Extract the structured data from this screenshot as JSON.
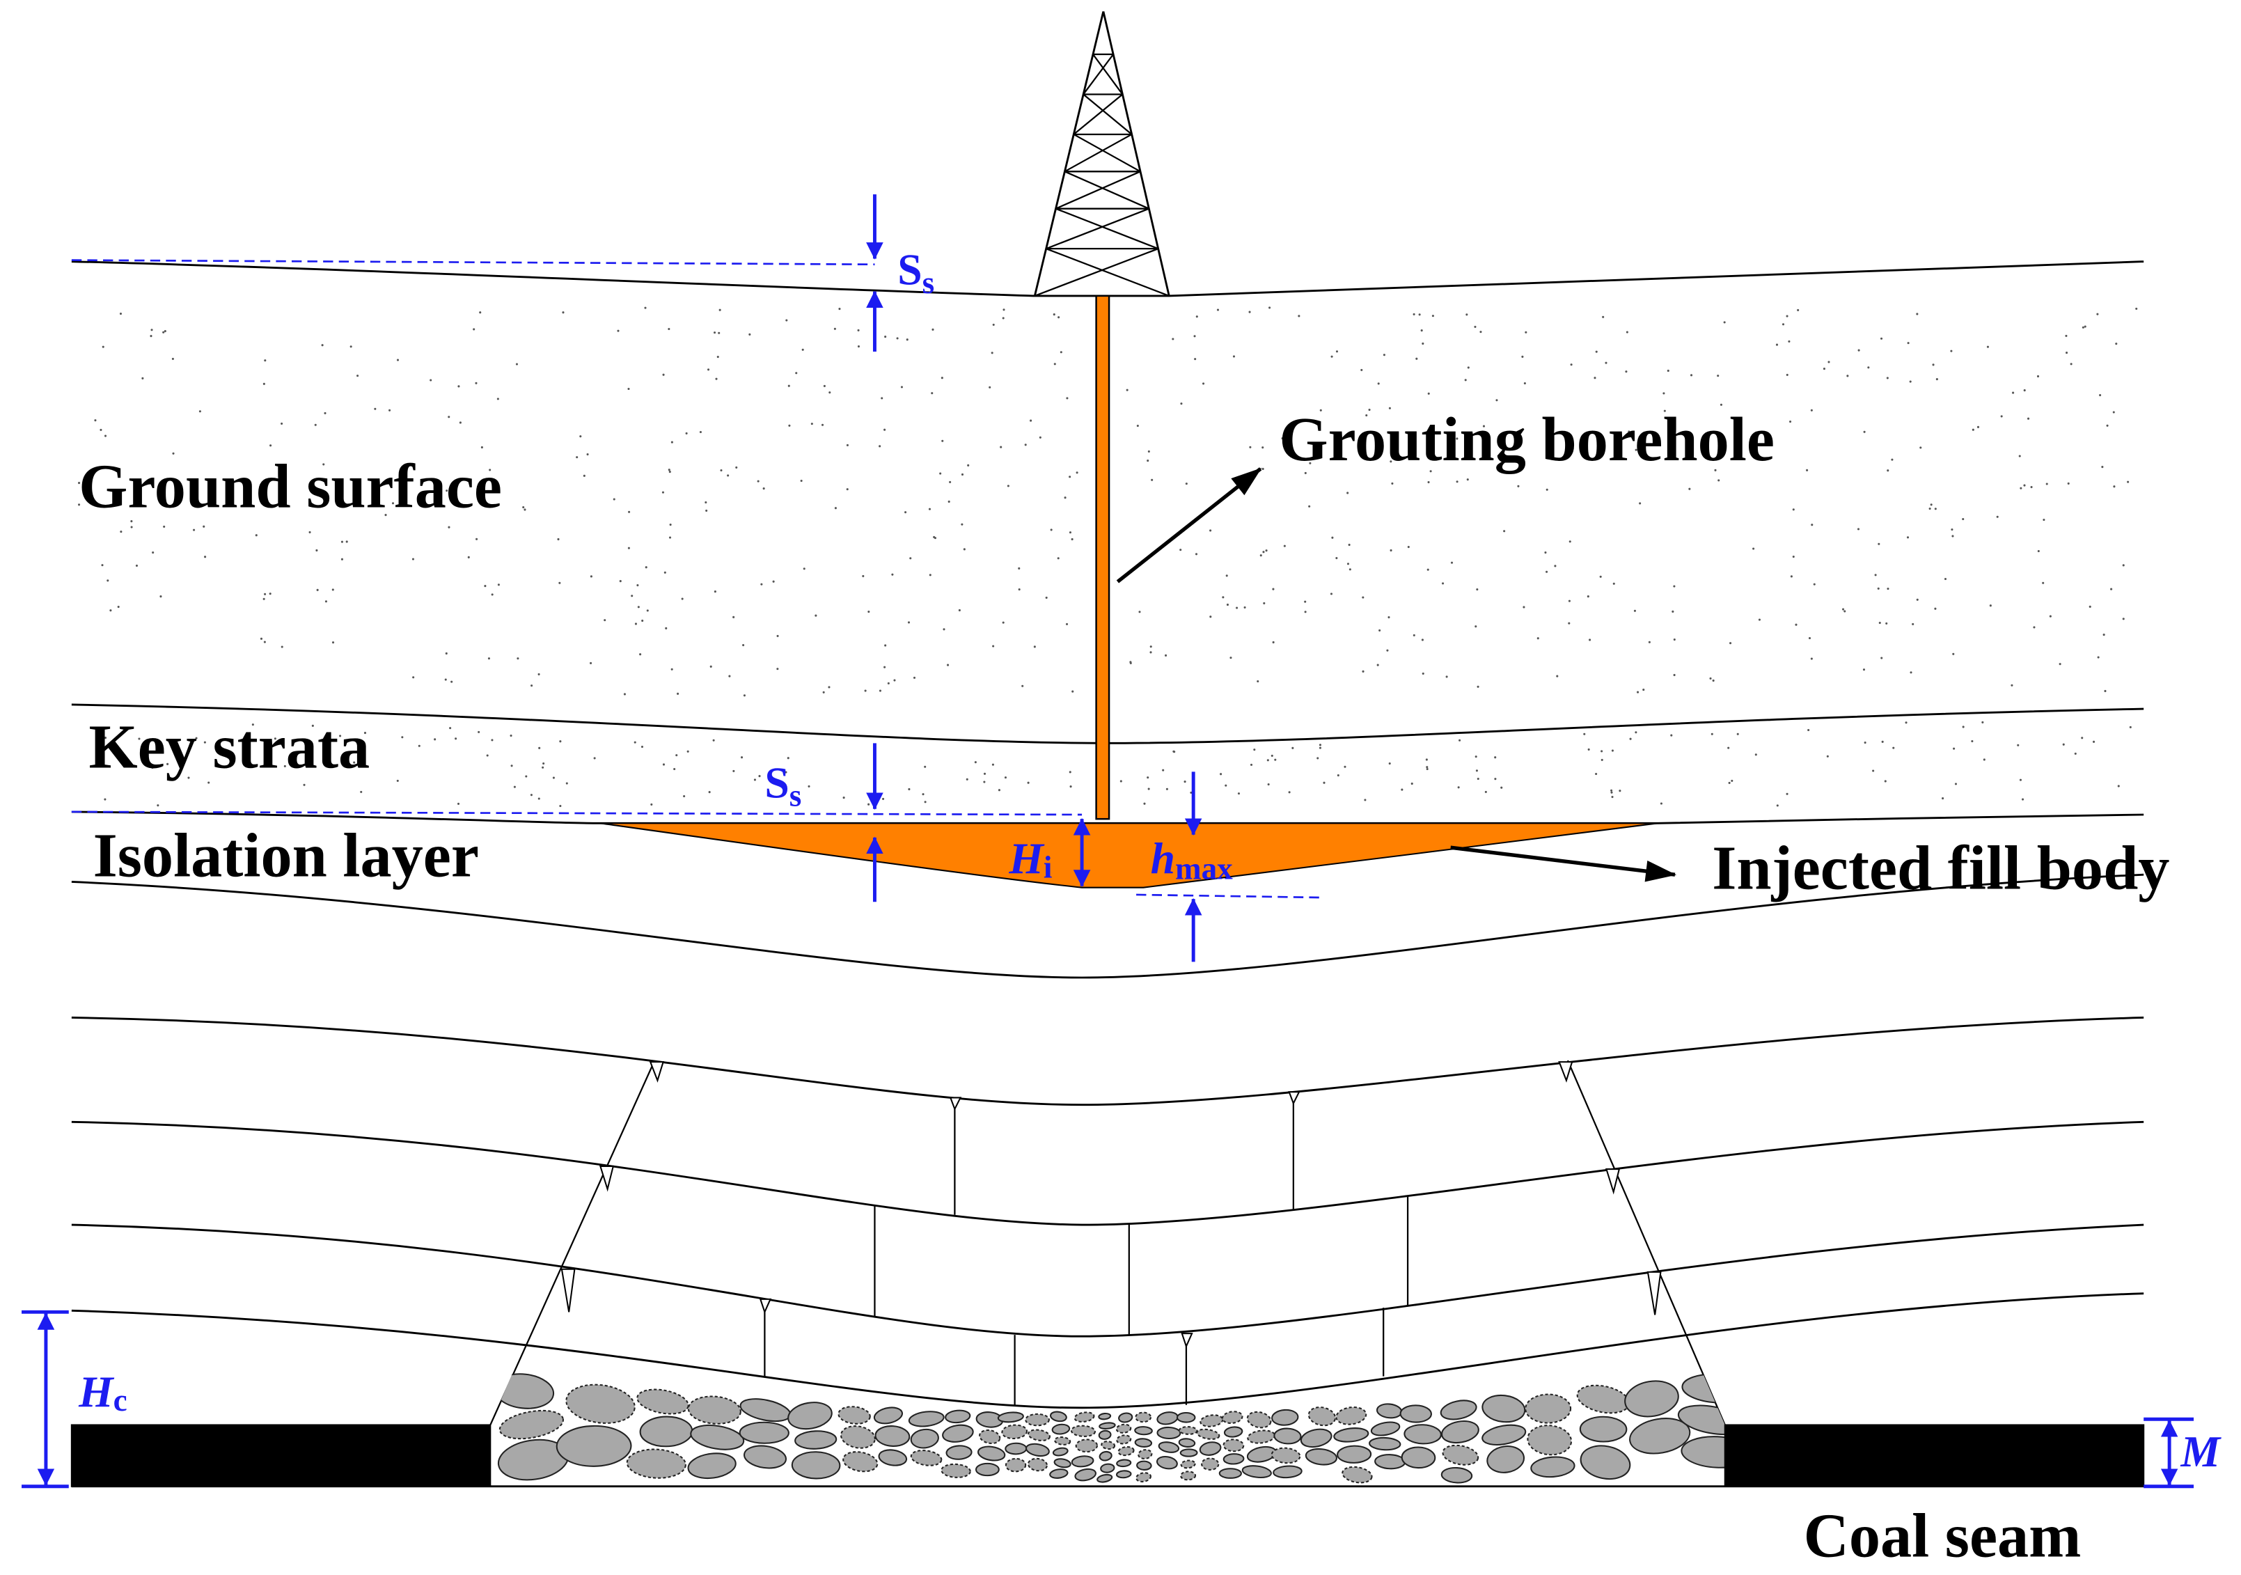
{
  "labels": {
    "ground_surface": "Ground surface",
    "grouting_borehole": "Grouting borehole",
    "key_strata": "Key strata",
    "isolation_layer": "Isolation layer",
    "injected_fill_body": "Injected fill body",
    "coal_seam": "Coal seam"
  },
  "symbols": {
    "surface_subsidence": {
      "base": "S",
      "sub": "s"
    },
    "key_strata_subsidence": {
      "base": "S",
      "sub": "s"
    },
    "isolation_layer_thickness": {
      "base": "H",
      "sub": "i"
    },
    "fill_body_max_thickness": {
      "base": "h",
      "sub": "max"
    },
    "caving_zone_height": {
      "base": "H",
      "sub": "c"
    },
    "seam_thickness": {
      "base": "M"
    }
  },
  "colors": {
    "dimension": "#1c1cf0",
    "fill_body": "#ff8000",
    "rubble": "#a8a8a8",
    "coal": "#000000",
    "line": "#000000"
  }
}
